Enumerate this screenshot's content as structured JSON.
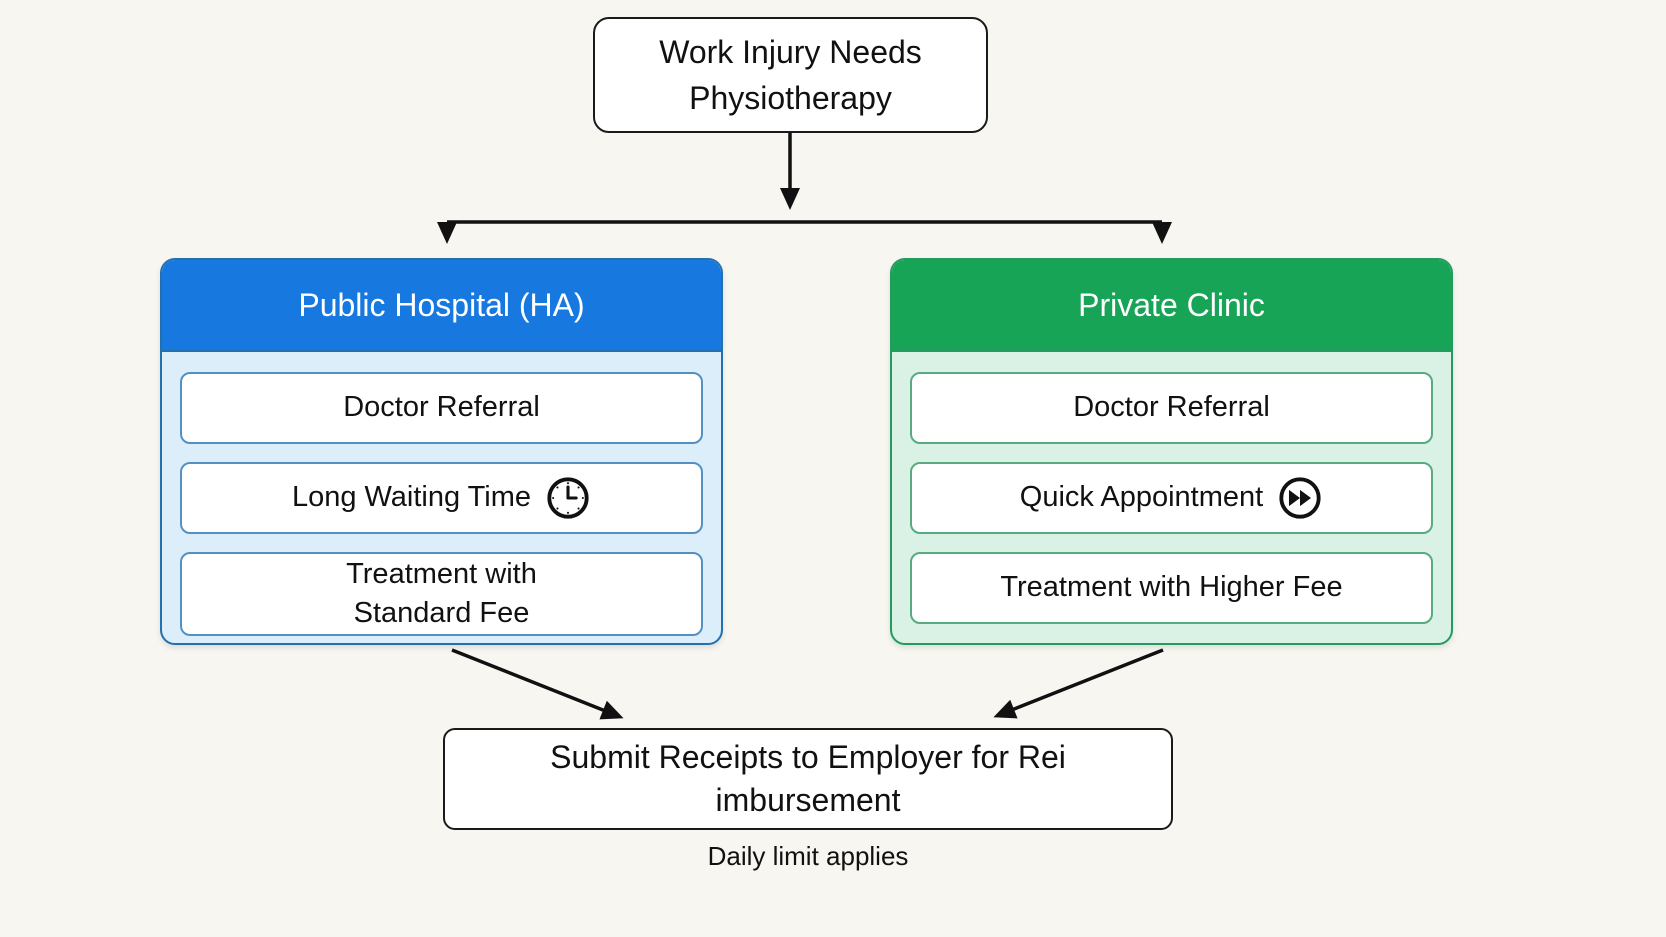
{
  "title": "Work injury physiotherapy options flowchart",
  "colors": {
    "page-bg": "#f8f6f1",
    "text": "#111111",
    "line": "#111111",
    "node-bg": "#ffffff",
    "node-border": "#1a1a1a",
    "header-text": "#ffffff",
    "blue-header": "#1778e0",
    "blue-body": "#dceefa",
    "blue-border": "#2470ad",
    "blue-item-border": "#5590c5",
    "green-header": "#18a456",
    "green-body": "#d9f2e5",
    "green-border": "#239b5f",
    "green-item-border": "#58ab7e"
  },
  "nodes": {
    "start": {
      "label": "Work Injury Needs\nPhysiotherapy"
    },
    "public_hospital": {
      "title": "Public Hospital (HA)",
      "items": [
        {
          "label": "Doctor Referral"
        },
        {
          "label": "Long Waiting Time",
          "icon": "clock-icon"
        },
        {
          "label": "Treatment with\nStandard Fee"
        }
      ]
    },
    "private_clinic": {
      "title": "Private Clinic",
      "items": [
        {
          "label": "Doctor Referral"
        },
        {
          "label": "Quick Appointment",
          "icon": "fast-forward-icon"
        },
        {
          "label": "Treatment with Higher Fee"
        }
      ]
    },
    "submit": {
      "label": "Submit Receipts to Employer for Rei\nimbursement"
    },
    "note": {
      "label": "Daily limit applies"
    }
  }
}
